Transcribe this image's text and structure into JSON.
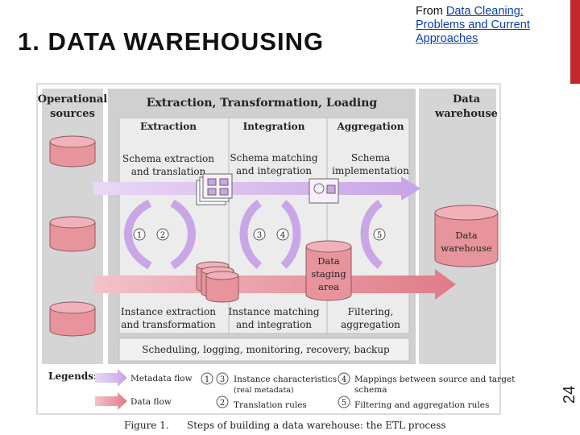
{
  "slide": {
    "title": "1. DATA WAREHOUSING",
    "source_prefix": "From ",
    "source_link": "Data Cleaning: Problems and Current Approaches",
    "page_number": "24"
  },
  "diagram": {
    "operational_sources_line1": "Operational",
    "operational_sources_line2": "sources",
    "etl_header": "Extraction, Transformation, Loading",
    "data_warehouse_header_line1": "Data",
    "data_warehouse_header_line2": "warehouse",
    "col_extraction": "Extraction",
    "col_integration": "Integration",
    "col_aggregation": "Aggregation",
    "schema_extraction_line1": "Schema extraction",
    "schema_extraction_line2": "and translation",
    "schema_matching_line1": "Schema matching",
    "schema_matching_line2": "and integration",
    "schema_impl_line1": "Schema",
    "schema_impl_line2": "implementation",
    "staging_line1": "Data",
    "staging_line2": "staging",
    "staging_line3": "area",
    "warehouse_db_line1": "Data",
    "warehouse_db_line2": "warehouse",
    "instance_extraction_line1": "Instance extraction",
    "instance_extraction_line2": "and transformation",
    "instance_matching_line1": "Instance matching",
    "instance_matching_line2": "and integration",
    "filtering_line1": "Filtering,",
    "filtering_line2": "aggregation",
    "scheduling": "Scheduling, logging, monitoring, recovery, backup",
    "step_numbers": [
      "1",
      "2",
      "3",
      "4",
      "5"
    ]
  },
  "legend": {
    "label": "Legends:",
    "metadata_flow": "Metadata flow",
    "data_flow": "Data flow",
    "num_1": "1",
    "num_3": "3",
    "num_2": "2",
    "num_4": "4",
    "num_5": "5",
    "instance_char_line1": "Instance characteristics",
    "instance_char_line2": "(real metadata)",
    "translation_rules": "Translation rules",
    "mappings_line1": "Mappings between source and target",
    "mappings_line2": "schema",
    "filtering_rules": "Filtering and aggregation rules"
  },
  "caption": {
    "figure_label": "Figure 1.",
    "text": "Steps of building a data warehouse: the ETL process"
  },
  "colors": {
    "accent_bar": "#c1272d",
    "db_fill": "#e8949c",
    "data_flow": "#e88f9a",
    "metadata_flow": "#c9a6e6",
    "panel_bg": "#d3d3d3"
  }
}
